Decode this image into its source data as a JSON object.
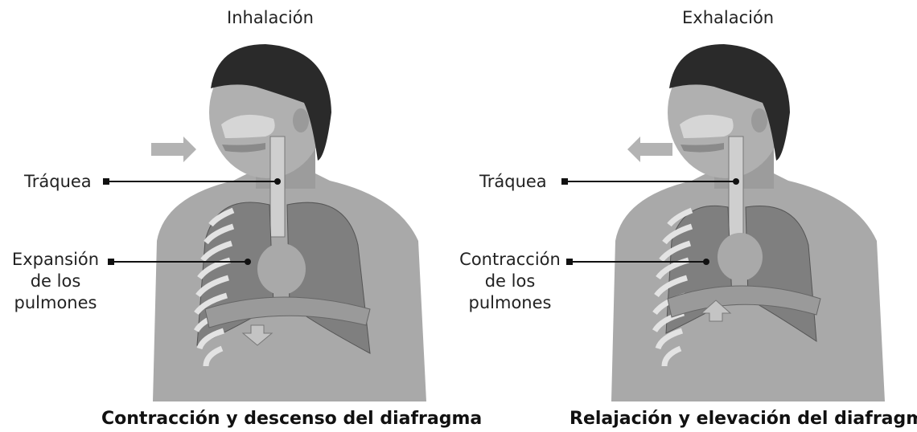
{
  "panels": [
    {
      "title": "Inhalación",
      "labels": {
        "trachea": "Tráquea",
        "lungs_line1": "Expansión",
        "lungs_line2": "de los",
        "lungs_line3": "pulmones"
      },
      "caption": "Contracción y descenso del diafragma",
      "airflow": "in",
      "diaphragm_arrow": "down"
    },
    {
      "title": "Exhalación",
      "labels": {
        "trachea": "Tráquea",
        "lungs_line1": "Contracción",
        "lungs_line2": "de los",
        "lungs_line3": "pulmones"
      },
      "caption": "Relajación y elevación del diafragma",
      "airflow": "out",
      "diaphragm_arrow": "up"
    }
  ],
  "colors": {
    "skin": "#a9a9a9",
    "skin_dark": "#8c8c8c",
    "hair": "#2a2a2a",
    "lung": "#7f7f7f",
    "rib": "#d9d9d9",
    "arrow": "#b3b3b3",
    "line": "#111111"
  }
}
